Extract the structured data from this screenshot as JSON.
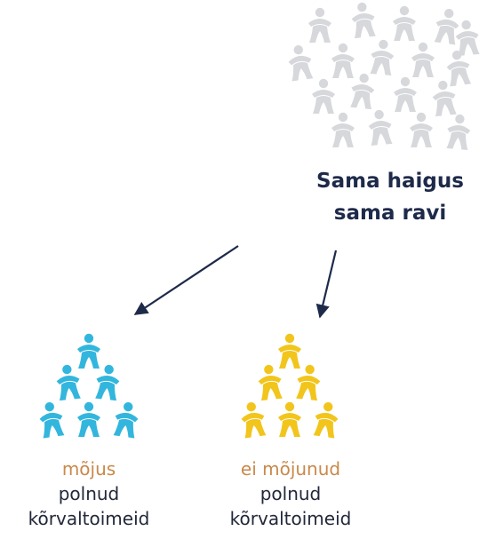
{
  "heading": {
    "line1": "Sama haigus",
    "line2": "sama ravi"
  },
  "groups": [
    {
      "effect": "mõjus",
      "side_line1": "polnud",
      "side_line2": "kõrvaltoimeid",
      "color": "#33b6dd"
    },
    {
      "effect": "ei mõjunud",
      "side_line1": "polnud",
      "side_line2": "kõrvaltoimeid",
      "color": "#f2c51c"
    }
  ],
  "colors": {
    "crowd": "#d6d8db",
    "heading": "#1e2a4a",
    "effect_text": "#c9894a",
    "body_text": "#23283a",
    "arrow": "#1e2a4a"
  },
  "icons": {
    "person": "person-figure-icon",
    "arrow": "arrow-down-left-icon"
  }
}
